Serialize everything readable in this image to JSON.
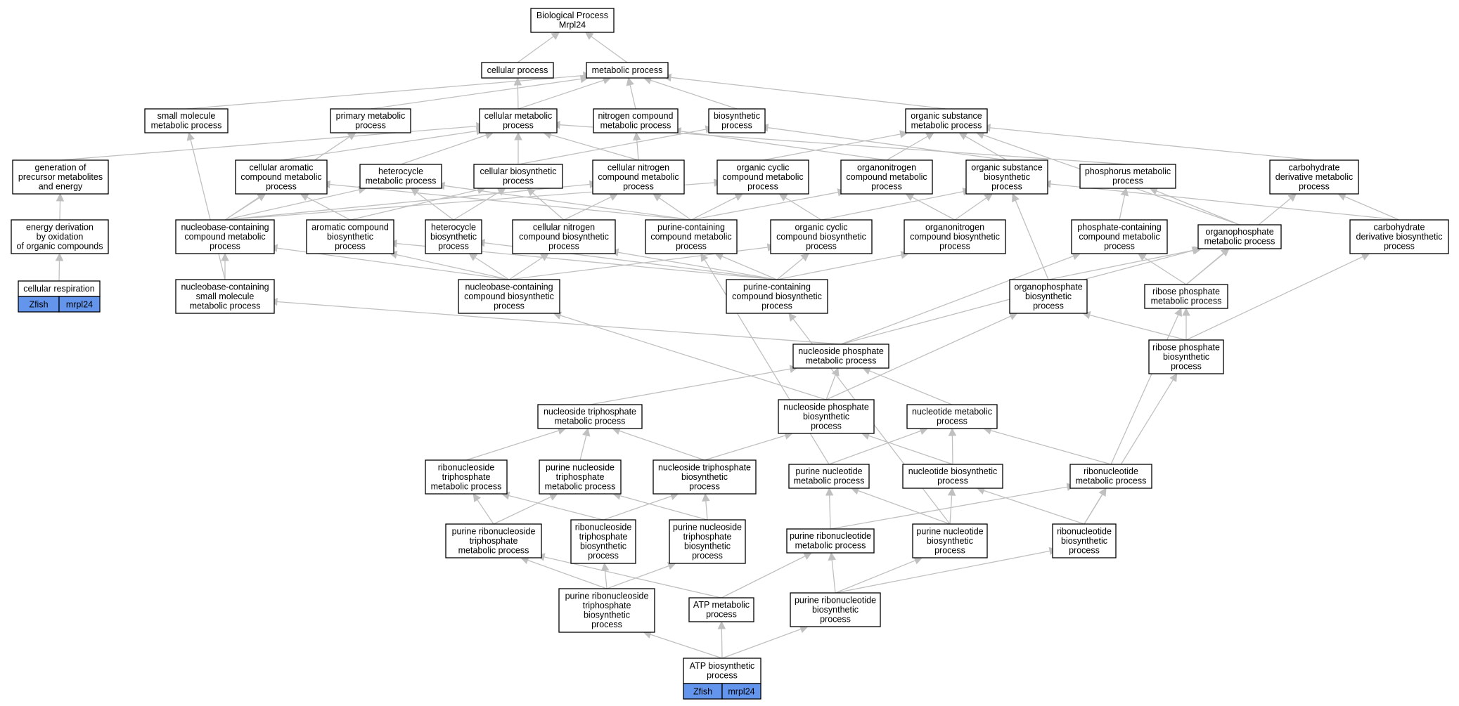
{
  "nodes": [
    {
      "id": "bp",
      "lines": [
        "Biological Process",
        "Mrpl24"
      ]
    },
    {
      "id": "cp",
      "lines": [
        "cellular process"
      ]
    },
    {
      "id": "mp",
      "lines": [
        "metabolic process"
      ]
    },
    {
      "id": "smmp",
      "lines": [
        "small molecule",
        "metabolic process"
      ]
    },
    {
      "id": "pmp",
      "lines": [
        "primary metabolic",
        "process"
      ]
    },
    {
      "id": "cmp",
      "lines": [
        "cellular metabolic",
        "process"
      ]
    },
    {
      "id": "ncmp",
      "lines": [
        "nitrogen compound",
        "metabolic process"
      ]
    },
    {
      "id": "bsp",
      "lines": [
        "biosynthetic",
        "process"
      ]
    },
    {
      "id": "osmp",
      "lines": [
        "organic substance",
        "metabolic process"
      ]
    },
    {
      "id": "gpme",
      "lines": [
        "generation of",
        "precursor metabolites",
        "and energy"
      ]
    },
    {
      "id": "cacmp",
      "lines": [
        "cellular aromatic",
        "compound metabolic",
        "process"
      ]
    },
    {
      "id": "hmp",
      "lines": [
        "heterocycle",
        "metabolic process"
      ]
    },
    {
      "id": "cbp",
      "lines": [
        "cellular biosynthetic",
        "process"
      ]
    },
    {
      "id": "cncmp",
      "lines": [
        "cellular nitrogen",
        "compound metabolic",
        "process"
      ]
    },
    {
      "id": "occmp",
      "lines": [
        "organic cyclic",
        "compound metabolic",
        "process"
      ]
    },
    {
      "id": "oncmp",
      "lines": [
        "organonitrogen",
        "compound metabolic",
        "process"
      ]
    },
    {
      "id": "osbp",
      "lines": [
        "organic substance",
        "biosynthetic",
        "process"
      ]
    },
    {
      "id": "phmp",
      "lines": [
        "phosphorus metabolic",
        "process"
      ]
    },
    {
      "id": "cdmp",
      "lines": [
        "carbohydrate",
        "derivative metabolic",
        "process"
      ]
    },
    {
      "id": "edoc",
      "lines": [
        "energy derivation",
        "by oxidation",
        "of organic compounds"
      ]
    },
    {
      "id": "nbccmp",
      "lines": [
        "nucleobase-containing",
        "compound metabolic",
        "process"
      ]
    },
    {
      "id": "acbp",
      "lines": [
        "aromatic compound",
        "biosynthetic",
        "process"
      ]
    },
    {
      "id": "hbp",
      "lines": [
        "heterocycle",
        "biosynthetic",
        "process"
      ]
    },
    {
      "id": "cncbp",
      "lines": [
        "cellular nitrogen",
        "compound biosynthetic",
        "process"
      ]
    },
    {
      "id": "pccmp",
      "lines": [
        "purine-containing",
        "compound metabolic",
        "process"
      ]
    },
    {
      "id": "occbp",
      "lines": [
        "organic cyclic",
        "compound biosynthetic",
        "process"
      ]
    },
    {
      "id": "oncbp",
      "lines": [
        "organonitrogen",
        "compound biosynthetic",
        "process"
      ]
    },
    {
      "id": "phccmp",
      "lines": [
        "phosphate-containing",
        "compound metabolic",
        "process"
      ]
    },
    {
      "id": "opmp",
      "lines": [
        "organophosphate",
        "metabolic process"
      ]
    },
    {
      "id": "cdbp",
      "lines": [
        "carbohydrate",
        "derivative biosynthetic",
        "process"
      ]
    },
    {
      "id": "cr",
      "lines": [
        "cellular respiration"
      ],
      "tag": [
        "Zfish",
        "mrpl24"
      ]
    },
    {
      "id": "nbcsm",
      "lines": [
        "nucleobase-containing",
        "small molecule",
        "metabolic process"
      ]
    },
    {
      "id": "nbccbp",
      "lines": [
        "nucleobase-containing",
        "compound biosynthetic",
        "process"
      ]
    },
    {
      "id": "pccbp",
      "lines": [
        "purine-containing",
        "compound biosynthetic",
        "process"
      ]
    },
    {
      "id": "opbp",
      "lines": [
        "organophosphate",
        "biosynthetic",
        "process"
      ]
    },
    {
      "id": "rpmp",
      "lines": [
        "ribose phosphate",
        "metabolic process"
      ]
    },
    {
      "id": "npmp",
      "lines": [
        "nucleoside phosphate",
        "metabolic process"
      ]
    },
    {
      "id": "rpbp",
      "lines": [
        "ribose phosphate",
        "biosynthetic",
        "process"
      ]
    },
    {
      "id": "ntpmp",
      "lines": [
        "nucleoside triphosphate",
        "metabolic process"
      ]
    },
    {
      "id": "npbp",
      "lines": [
        "nucleoside phosphate",
        "biosynthetic",
        "process"
      ]
    },
    {
      "id": "nmp",
      "lines": [
        "nucleotide metabolic",
        "process"
      ]
    },
    {
      "id": "rntpmp",
      "lines": [
        "ribonucleoside",
        "triphosphate",
        "metabolic process"
      ]
    },
    {
      "id": "pntpmp",
      "lines": [
        "purine nucleoside",
        "triphosphate",
        "metabolic process"
      ]
    },
    {
      "id": "ntpbp",
      "lines": [
        "nucleoside triphosphate",
        "biosynthetic",
        "process"
      ]
    },
    {
      "id": "pnmp",
      "lines": [
        "purine nucleotide",
        "metabolic process"
      ]
    },
    {
      "id": "nbp",
      "lines": [
        "nucleotide biosynthetic",
        "process"
      ]
    },
    {
      "id": "rnmp",
      "lines": [
        "ribonucleotide",
        "metabolic process"
      ]
    },
    {
      "id": "prntpmp",
      "lines": [
        "purine ribonucleoside",
        "triphosphate",
        "metabolic process"
      ]
    },
    {
      "id": "rntpbp",
      "lines": [
        "ribonucleoside",
        "triphosphate",
        "biosynthetic",
        "process"
      ]
    },
    {
      "id": "pntpbp",
      "lines": [
        "purine nucleoside",
        "triphosphate",
        "biosynthetic",
        "process"
      ]
    },
    {
      "id": "prnmp",
      "lines": [
        "purine ribonucleotide",
        "metabolic process"
      ]
    },
    {
      "id": "pnbp",
      "lines": [
        "purine nucleotide",
        "biosynthetic",
        "process"
      ]
    },
    {
      "id": "rnbp",
      "lines": [
        "ribonucleotide",
        "biosynthetic",
        "process"
      ]
    },
    {
      "id": "prntpbp",
      "lines": [
        "purine ribonucleoside",
        "triphosphate",
        "biosynthetic",
        "process"
      ]
    },
    {
      "id": "atpmp",
      "lines": [
        "ATP metabolic",
        "process"
      ]
    },
    {
      "id": "prnbp",
      "lines": [
        "purine ribonucleotide",
        "biosynthetic",
        "process"
      ]
    },
    {
      "id": "atpbp",
      "lines": [
        "ATP biosynthetic",
        "process"
      ],
      "tag": [
        "Zfish",
        "mrpl24"
      ]
    }
  ],
  "edges": [
    [
      "cp",
      "bp"
    ],
    [
      "mp",
      "bp"
    ],
    [
      "smmp",
      "mp"
    ],
    [
      "pmp",
      "mp"
    ],
    [
      "cmp",
      "mp"
    ],
    [
      "cmp",
      "cp"
    ],
    [
      "ncmp",
      "mp"
    ],
    [
      "bsp",
      "mp"
    ],
    [
      "osmp",
      "mp"
    ],
    [
      "gpme",
      "cmp"
    ],
    [
      "cacmp",
      "cmp"
    ],
    [
      "hmp",
      "cmp"
    ],
    [
      "cbp",
      "cmp"
    ],
    [
      "cbp",
      "bsp"
    ],
    [
      "cncmp",
      "cmp"
    ],
    [
      "cncmp",
      "ncmp"
    ],
    [
      "occmp",
      "osmp"
    ],
    [
      "oncmp",
      "osmp"
    ],
    [
      "oncmp",
      "ncmp"
    ],
    [
      "osbp",
      "osmp"
    ],
    [
      "osbp",
      "bsp"
    ],
    [
      "phmp",
      "cmp"
    ],
    [
      "cdmp",
      "osmp"
    ],
    [
      "edoc",
      "gpme"
    ],
    [
      "cr",
      "edoc"
    ],
    [
      "nbccmp",
      "cacmp"
    ],
    [
      "nbccmp",
      "hmp"
    ],
    [
      "nbccmp",
      "cncmp"
    ],
    [
      "nbccmp",
      "occmp"
    ],
    [
      "nbccmp",
      "pmp"
    ],
    [
      "acbp",
      "cacmp"
    ],
    [
      "acbp",
      "cbp"
    ],
    [
      "hbp",
      "hmp"
    ],
    [
      "hbp",
      "cbp"
    ],
    [
      "cncbp",
      "cncmp"
    ],
    [
      "cncbp",
      "cbp"
    ],
    [
      "pccmp",
      "cncmp"
    ],
    [
      "pccmp",
      "occmp"
    ],
    [
      "pccmp",
      "oncmp"
    ],
    [
      "pccmp",
      "hmp"
    ],
    [
      "pccmp",
      "cacmp"
    ],
    [
      "occbp",
      "occmp"
    ],
    [
      "occbp",
      "osbp"
    ],
    [
      "oncbp",
      "oncmp"
    ],
    [
      "oncbp",
      "osbp"
    ],
    [
      "phccmp",
      "phmp"
    ],
    [
      "opmp",
      "phmp"
    ],
    [
      "opmp",
      "osmp"
    ],
    [
      "cdbp",
      "cdmp"
    ],
    [
      "cdbp",
      "osbp"
    ],
    [
      "nbcsm",
      "nbccmp"
    ],
    [
      "nbcsm",
      "smmp"
    ],
    [
      "nbccbp",
      "nbccmp"
    ],
    [
      "nbccbp",
      "acbp"
    ],
    [
      "nbccbp",
      "hbp"
    ],
    [
      "nbccbp",
      "cncbp"
    ],
    [
      "nbccbp",
      "occbp"
    ],
    [
      "pccbp",
      "pccmp"
    ],
    [
      "pccbp",
      "occbp"
    ],
    [
      "pccbp",
      "oncbp"
    ],
    [
      "pccbp",
      "hbp"
    ],
    [
      "pccbp",
      "acbp"
    ],
    [
      "pccbp",
      "cncbp"
    ],
    [
      "opbp",
      "opmp"
    ],
    [
      "opbp",
      "osbp"
    ],
    [
      "rpmp",
      "phccmp"
    ],
    [
      "rpmp",
      "cdmp"
    ],
    [
      "rpmp",
      "opmp"
    ],
    [
      "npmp",
      "nbcsm"
    ],
    [
      "npmp",
      "phccmp"
    ],
    [
      "npmp",
      "opmp"
    ],
    [
      "rpbp",
      "rpmp"
    ],
    [
      "rpbp",
      "opbp"
    ],
    [
      "rpbp",
      "cdbp"
    ],
    [
      "ntpmp",
      "npmp"
    ],
    [
      "npbp",
      "npmp"
    ],
    [
      "npbp",
      "nbccbp"
    ],
    [
      "npbp",
      "opbp"
    ],
    [
      "nmp",
      "npmp"
    ],
    [
      "rntpmp",
      "ntpmp"
    ],
    [
      "pntpmp",
      "ntpmp"
    ],
    [
      "ntpbp",
      "ntpmp"
    ],
    [
      "ntpbp",
      "npbp"
    ],
    [
      "pnmp",
      "nmp"
    ],
    [
      "pnmp",
      "pccmp"
    ],
    [
      "nbp",
      "nmp"
    ],
    [
      "nbp",
      "npbp"
    ],
    [
      "rnmp",
      "nmp"
    ],
    [
      "rnmp",
      "rpmp"
    ],
    [
      "prntpmp",
      "rntpmp"
    ],
    [
      "prntpmp",
      "pntpmp"
    ],
    [
      "rntpbp",
      "rntpmp"
    ],
    [
      "rntpbp",
      "ntpbp"
    ],
    [
      "pntpbp",
      "pntpmp"
    ],
    [
      "pntpbp",
      "ntpbp"
    ],
    [
      "prnmp",
      "pnmp"
    ],
    [
      "prnmp",
      "rnmp"
    ],
    [
      "pnbp",
      "pnmp"
    ],
    [
      "pnbp",
      "nbp"
    ],
    [
      "pnbp",
      "pccbp"
    ],
    [
      "rnbp",
      "rnmp"
    ],
    [
      "rnbp",
      "nbp"
    ],
    [
      "rnbp",
      "rpbp"
    ],
    [
      "prntpbp",
      "prntpmp"
    ],
    [
      "prntpbp",
      "rntpbp"
    ],
    [
      "prntpbp",
      "pntpbp"
    ],
    [
      "atpmp",
      "prntpmp"
    ],
    [
      "atpmp",
      "prnmp"
    ],
    [
      "prnbp",
      "prnmp"
    ],
    [
      "prnbp",
      "pnbp"
    ],
    [
      "prnbp",
      "rnbp"
    ],
    [
      "atpbp",
      "atpmp"
    ],
    [
      "atpbp",
      "prntpbp"
    ],
    [
      "atpbp",
      "prnbp"
    ]
  ]
}
